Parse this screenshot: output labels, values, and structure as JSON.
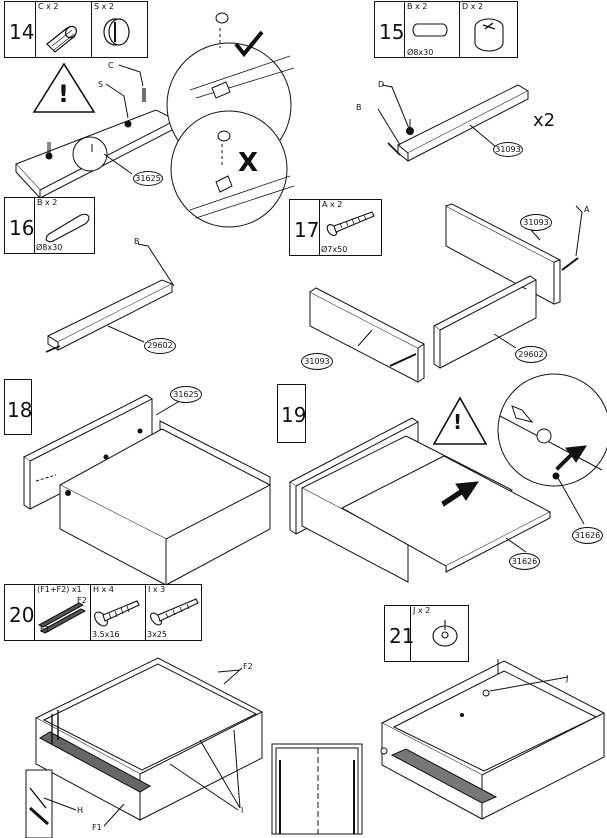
{
  "steps": {
    "s14": {
      "number": "14",
      "parts": [
        {
          "code": "C x 2"
        },
        {
          "code": "S x 2"
        }
      ],
      "callouts": {
        "c": "C",
        "s": "S",
        "panel": "31625"
      },
      "icons": [
        "dowel-icon",
        "cam-screw-icon"
      ]
    },
    "s15": {
      "number": "15",
      "parts": [
        {
          "code": "B x 2",
          "size": "Ø8x30"
        },
        {
          "code": "D x 2"
        }
      ],
      "callouts": {
        "d": "D",
        "b": "B",
        "panel": "31093"
      },
      "multiplier": "x2"
    },
    "s16": {
      "number": "16",
      "parts": [
        {
          "code": "B x 2",
          "size": "Ø8x30"
        }
      ],
      "callouts": {
        "b": "B",
        "panel": "29602"
      }
    },
    "s17": {
      "number": "17",
      "parts": [
        {
          "code": "A x 2",
          "size": "Ø7x50"
        }
      ],
      "callouts": {
        "a": "A",
        "panel_top": "31093",
        "panel_left": "31093",
        "panel_right": "29602"
      }
    },
    "s18": {
      "number": "18",
      "callouts": {
        "panel": "31625"
      }
    },
    "s19": {
      "number": "19",
      "callouts": {
        "bottom": "31626",
        "bottom_detail": "31626"
      }
    },
    "s20": {
      "number": "20",
      "parts": [
        {
          "code": "(F1+F2) x1",
          "f1": "F1",
          "f2": "F2"
        },
        {
          "code": "H x 4",
          "size": "3.5x16"
        },
        {
          "code": "I x 3",
          "size": "3x25"
        }
      ],
      "callouts": {
        "f2": "F2",
        "f1": "F1",
        "h": "H",
        "i": "I"
      }
    },
    "s21": {
      "number": "21",
      "parts": [
        {
          "code": "J x 2"
        }
      ],
      "callouts": {
        "j": "J"
      }
    }
  },
  "icons": {
    "warning": "!",
    "wrong": "X"
  }
}
